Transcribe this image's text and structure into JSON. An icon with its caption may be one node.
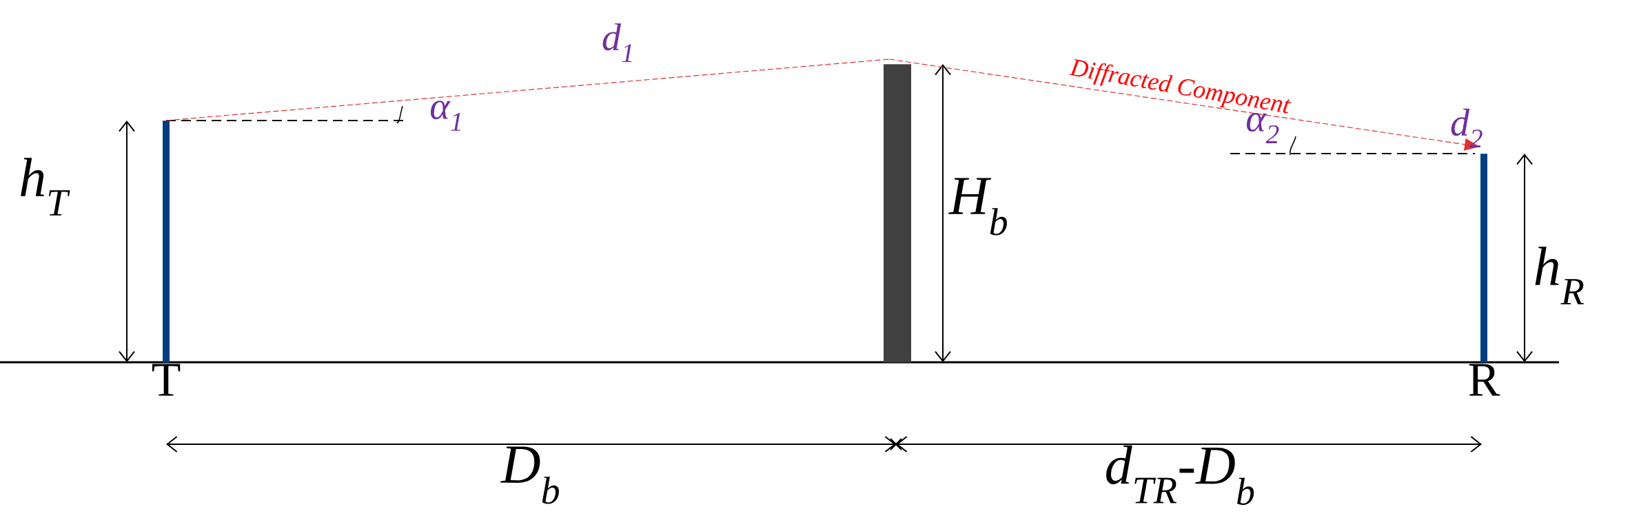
{
  "diagram": {
    "nodes": [
      {
        "text": [
          "T"
        ],
        "beside": [
          "h$_{T}$"
        ]
      },
      {
        "text": [],
        "shape": "bar",
        "beside": [
          "H$_{b}$"
        ]
      },
      {
        "text": [
          "R"
        ],
        "beside": [
          "h$_{R}$"
        ]
      }
    ],
    "edges": [
      {
        "from": 0,
        "to": 1,
        "arrow": "none",
        "label": "d$_{1}$",
        "style": "dashed",
        "color": "#e03030"
      },
      {
        "from": 1,
        "to": 2,
        "arrow": "to",
        "label": "d$_{2}$",
        "style": "dashed",
        "color": "#e03030"
      }
    ],
    "labels": [
      "α$_{1}$",
      "Diffracted Component",
      "α$_{2}$",
      "D$_{b}$",
      "d$_{TR}$-D$_{b}$"
    ]
  }
}
